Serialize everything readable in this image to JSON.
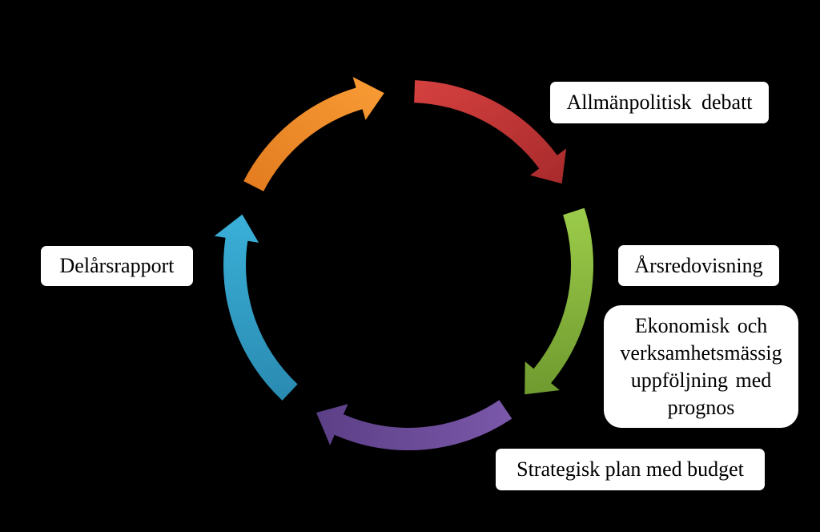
{
  "diagram": {
    "type": "cycle",
    "steps": [
      {
        "id": "allman",
        "label": "Allmänpolitisk debatt",
        "color": "#c8393b"
      },
      {
        "id": "ars",
        "label": "Årsredovisning",
        "color": "#8ab83d"
      },
      {
        "id": "ekon",
        "lines": [
          "Ekonomisk och",
          "verksamhetsmässig",
          "uppföljning med",
          "prognos"
        ]
      },
      {
        "id": "strat",
        "label": "Strategisk plan med budget",
        "color": "#6b4b96"
      },
      {
        "id": "delars",
        "label": "Delårsrapport",
        "color": "#2f9fc4"
      },
      {
        "id": "orange-step",
        "color": "#f08a24"
      }
    ]
  }
}
